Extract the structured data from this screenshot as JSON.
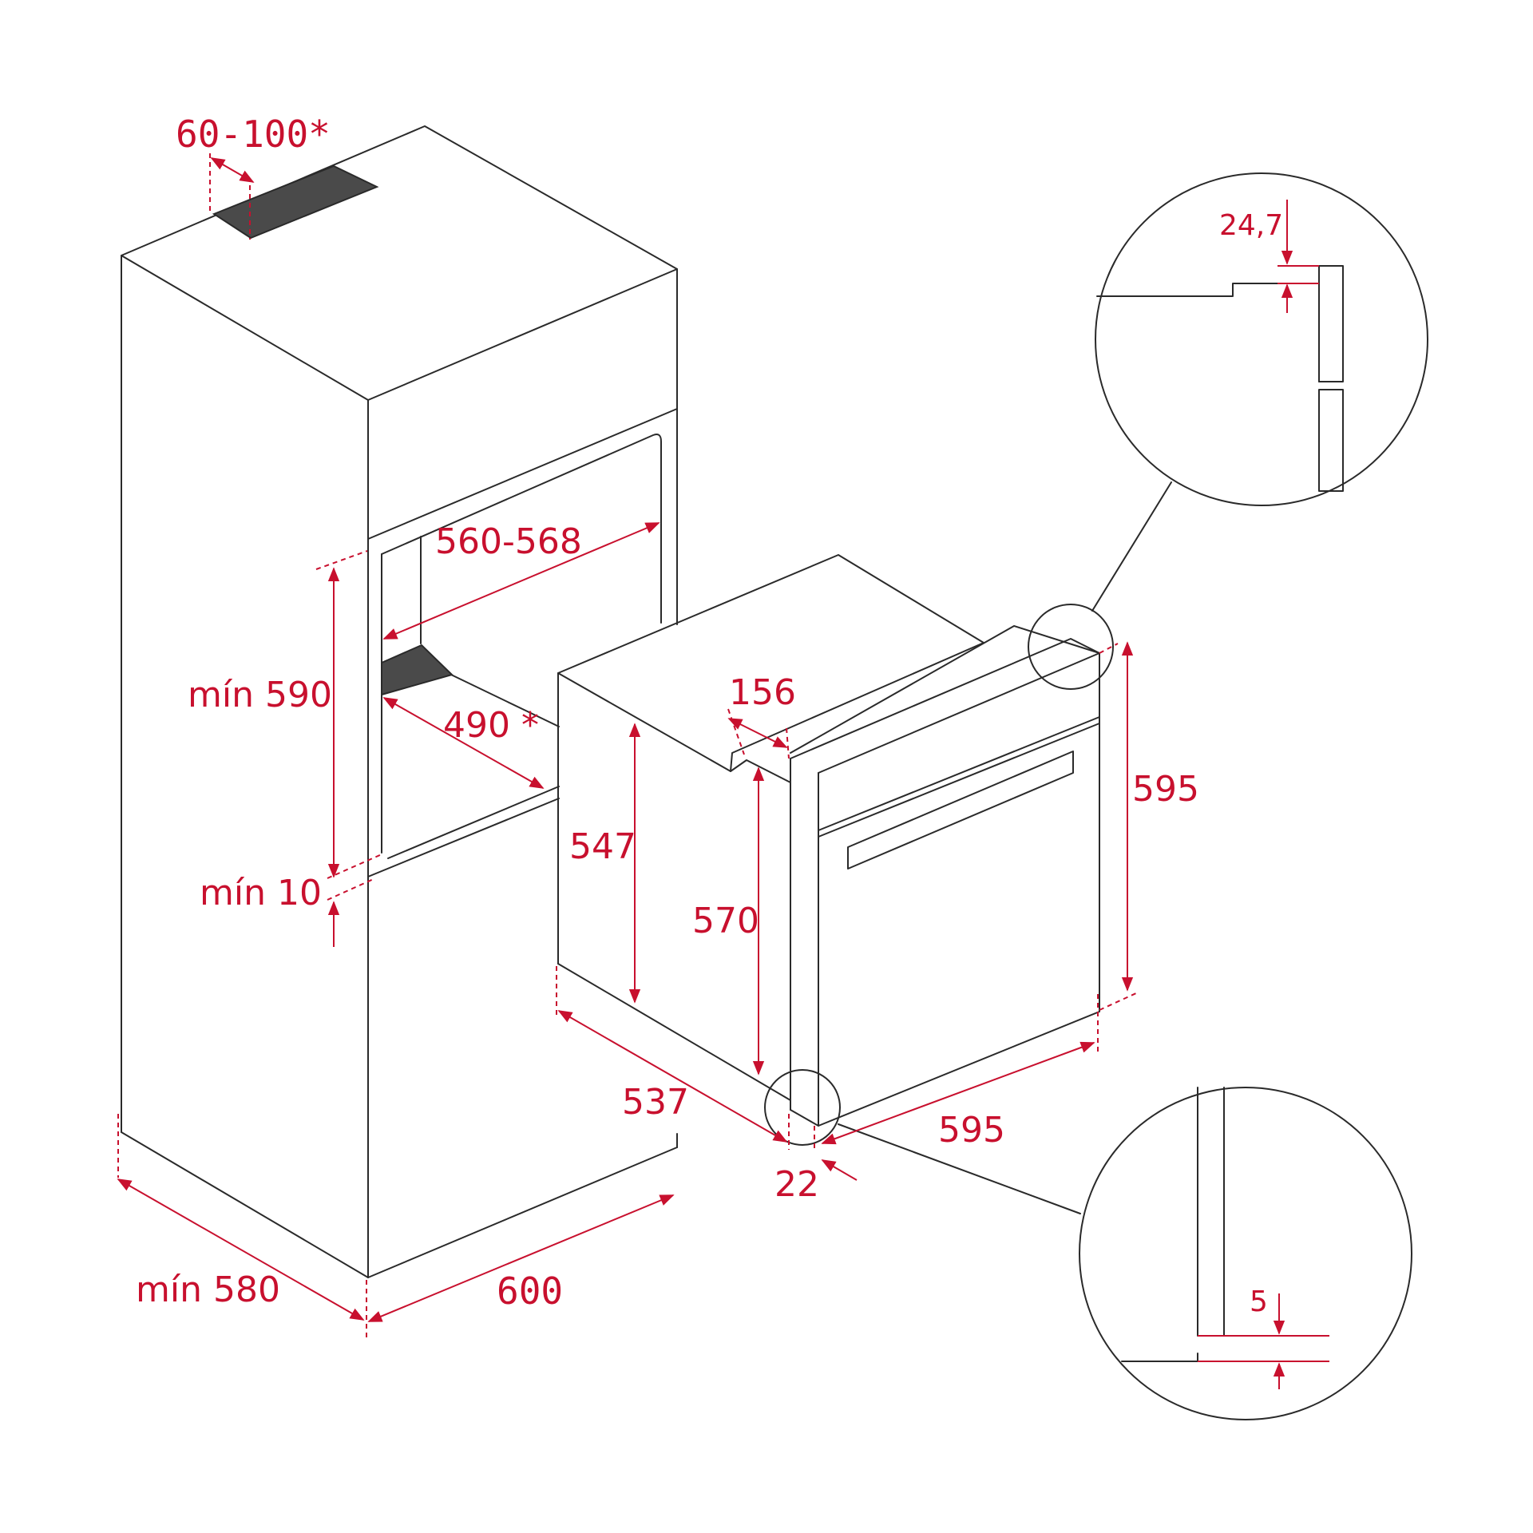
{
  "diagram": {
    "labels": {
      "vent_gap": "60-100*",
      "niche_width": "560-568",
      "niche_height": "mín 590",
      "niche_depth": "490 *",
      "bottom_clearance": "mín 10",
      "cabinet_depth": "mín 580",
      "cabinet_width": "600",
      "oven_top_step": "156",
      "oven_body_height": "547",
      "oven_front_height": "570",
      "oven_total_height": "595",
      "oven_depth": "537",
      "oven_width": "595",
      "door_offset": "22",
      "detail_top": "24,7",
      "detail_bottom": "5"
    },
    "colors": {
      "dimension": "#c8102e",
      "outline": "#2a2a2a",
      "vent": "#4a4a4a"
    }
  }
}
